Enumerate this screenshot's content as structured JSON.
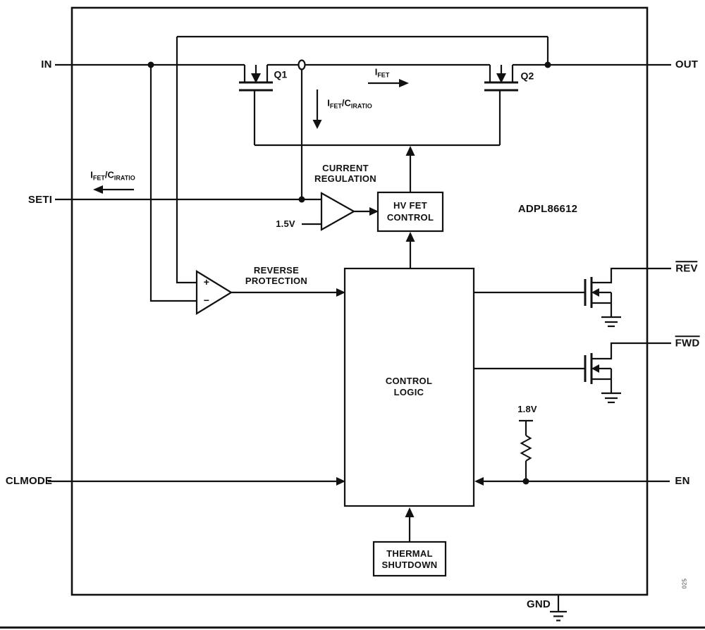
{
  "colors": {
    "ink": "#111111",
    "background": "#ffffff",
    "page_rule": "#1a1a1a"
  },
  "part_number": "ADPL86612",
  "figure_number": "025",
  "pins": {
    "in": "IN",
    "out": "OUT",
    "seti": "SETI",
    "clmode": "CLMODE",
    "rev": "REV",
    "fwd": "FWD",
    "en": "EN",
    "gnd": "GND"
  },
  "transistors": {
    "q1": "Q1",
    "q2": "Q2"
  },
  "blocks": {
    "current_regulation": [
      "CURRENT",
      "REGULATION"
    ],
    "reverse_protection": [
      "REVERSE",
      "PROTECTION"
    ],
    "hv_fet_control": [
      "HV FET",
      "CONTROL"
    ],
    "control_logic": [
      "CONTROL",
      "LOGIC"
    ],
    "thermal_shutdown": [
      "THERMAL",
      "SHUTDOWN"
    ]
  },
  "references": {
    "current_reg_ref": "1.5V",
    "en_pullup": "1.8V"
  },
  "comparator": {
    "plus": "+",
    "minus": "−"
  },
  "current_labels": {
    "i": "I",
    "i_sub": "FET",
    "slash": "/",
    "c": "C",
    "c_sub": "IRATIO"
  }
}
